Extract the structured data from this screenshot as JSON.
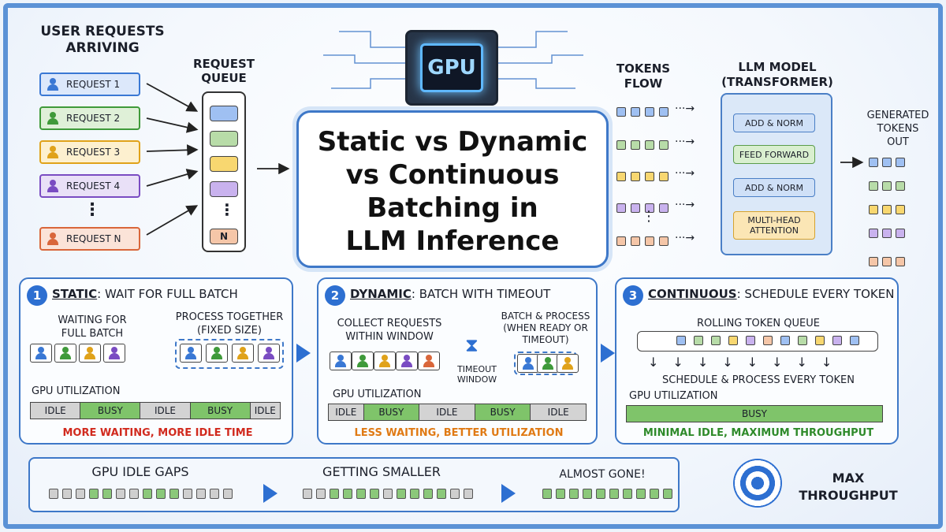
{
  "title": "Static vs Dynamic\nvs Continuous\nBatching in\nLLM Inference",
  "gpu_label": "GPU",
  "users_header": "User Requests\nArriving",
  "queue_header": "Request\nQueue",
  "requests": [
    {
      "label": "Request 1",
      "color": "#3a78d4",
      "bg": "#dce8fb"
    },
    {
      "label": "Request 2",
      "color": "#3f9a3a",
      "bg": "#dff0d8"
    },
    {
      "label": "Request 3",
      "color": "#e0a21a",
      "bg": "#fdf0cf"
    },
    {
      "label": "Request 4",
      "color": "#7a4cc2",
      "bg": "#e9e0f7"
    },
    {
      "label": "Request N",
      "color": "#d9663a",
      "bg": "#fbe3d8"
    }
  ],
  "queue_last": "N",
  "vdots": "⋮",
  "tokens_flow": "Tokens\nFlow",
  "model_header": "LLM Model\n(Transformer)",
  "layers": [
    "Add & Norm",
    "Feed Forward",
    "Add & Norm",
    "Multi-Head\nAttention"
  ],
  "generated": "Generated\nTokens\nOut",
  "panels": [
    {
      "num": "1",
      "name": "Static",
      "sub": ": Wait for Full Batch",
      "left_label": "Waiting for\nFull Batch",
      "right_label": "Process Together\n(Fixed Size)",
      "util_label": "GPU Utilization",
      "segments": [
        {
          "label": "Idle",
          "state": "idle"
        },
        {
          "label": "Busy",
          "state": "busy"
        },
        {
          "label": "Idle",
          "state": "idle"
        },
        {
          "label": "Busy",
          "state": "busy"
        },
        {
          "label": "Idle",
          "state": "idle"
        }
      ],
      "note": "More waiting, more idle time",
      "note_color": "#d12a1e"
    },
    {
      "num": "2",
      "name": "Dynamic",
      "sub": ": Batch with Timeout",
      "left_label": "Collect Requests\nwithin Window",
      "right_label": "Batch & Process\n(When ready or\ntimeout)",
      "timeout_label": "Timeout\nWindow",
      "util_label": "GPU Utilization",
      "segments": [
        {
          "label": "Idle",
          "state": "idle"
        },
        {
          "label": "Busy",
          "state": "busy"
        },
        {
          "label": "Idle",
          "state": "idle"
        },
        {
          "label": "Busy",
          "state": "busy"
        },
        {
          "label": "Idle",
          "state": "idle"
        }
      ],
      "note": "Less waiting, better utilization",
      "note_color": "#e07a14"
    },
    {
      "num": "3",
      "name": "Continuous",
      "sub": ": Schedule Every Token",
      "queue_label": "Rolling Token Queue",
      "schedule_label": "Schedule & Process Every Token",
      "util_label": "GPU Utilization",
      "segments": [
        {
          "label": "Busy",
          "state": "busy"
        }
      ],
      "note": "Minimal idle, maximum throughput",
      "note_color": "#2e8a2a"
    }
  ],
  "strip": {
    "a": "GPU Idle Gaps",
    "b": "Getting Smaller",
    "c": "Almost Gone!"
  },
  "max_throughput": "Max\nThroughput",
  "colors": {
    "blue": "#3a78d4",
    "green": "#3f9a3a",
    "yellow": "#e0a21a",
    "purple": "#7a4cc2",
    "orange": "#d9663a",
    "accent": "#2d6fd1"
  }
}
